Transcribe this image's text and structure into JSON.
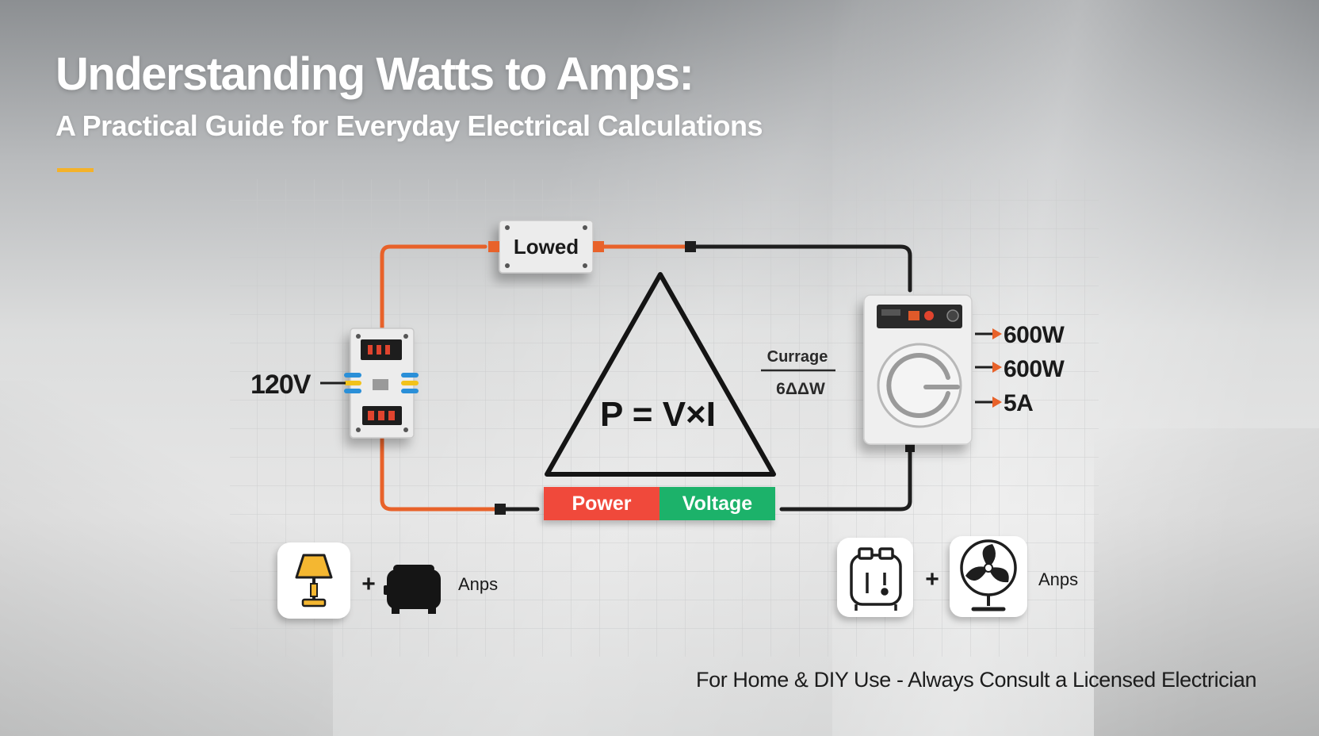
{
  "header": {
    "title": "Understanding Watts to Amps:",
    "subtitle": "A Practical Guide for Everyday Electrical Calculations",
    "accent_color": "#f4b22a"
  },
  "diagram": {
    "top_box_label": "Lowed",
    "voltage_label": "120V",
    "formula": "P = V×I",
    "formula_bar": [
      {
        "label": "Power",
        "color": "#f04a3a"
      },
      {
        "label": "Voltage",
        "color": "#1db26a"
      }
    ],
    "side_label_top": "Currage",
    "side_label_bottom": "6ΔΔW",
    "outputs": [
      "600W",
      "600W",
      "5A"
    ],
    "wire_colors": {
      "orange": "#e8622a",
      "black": "#1e1e1e"
    }
  },
  "appliances": {
    "left": {
      "icon_1": "lamp-icon",
      "icon_2": "toaster-icon",
      "plus": "+",
      "label": "Anps"
    },
    "right": {
      "icon_1": "toaster-icon",
      "icon_2": "fan-icon",
      "plus": "+",
      "label": "Anps"
    }
  },
  "footer": {
    "note": "For Home & DIY Use - Always Consult a Licensed Electrician"
  }
}
